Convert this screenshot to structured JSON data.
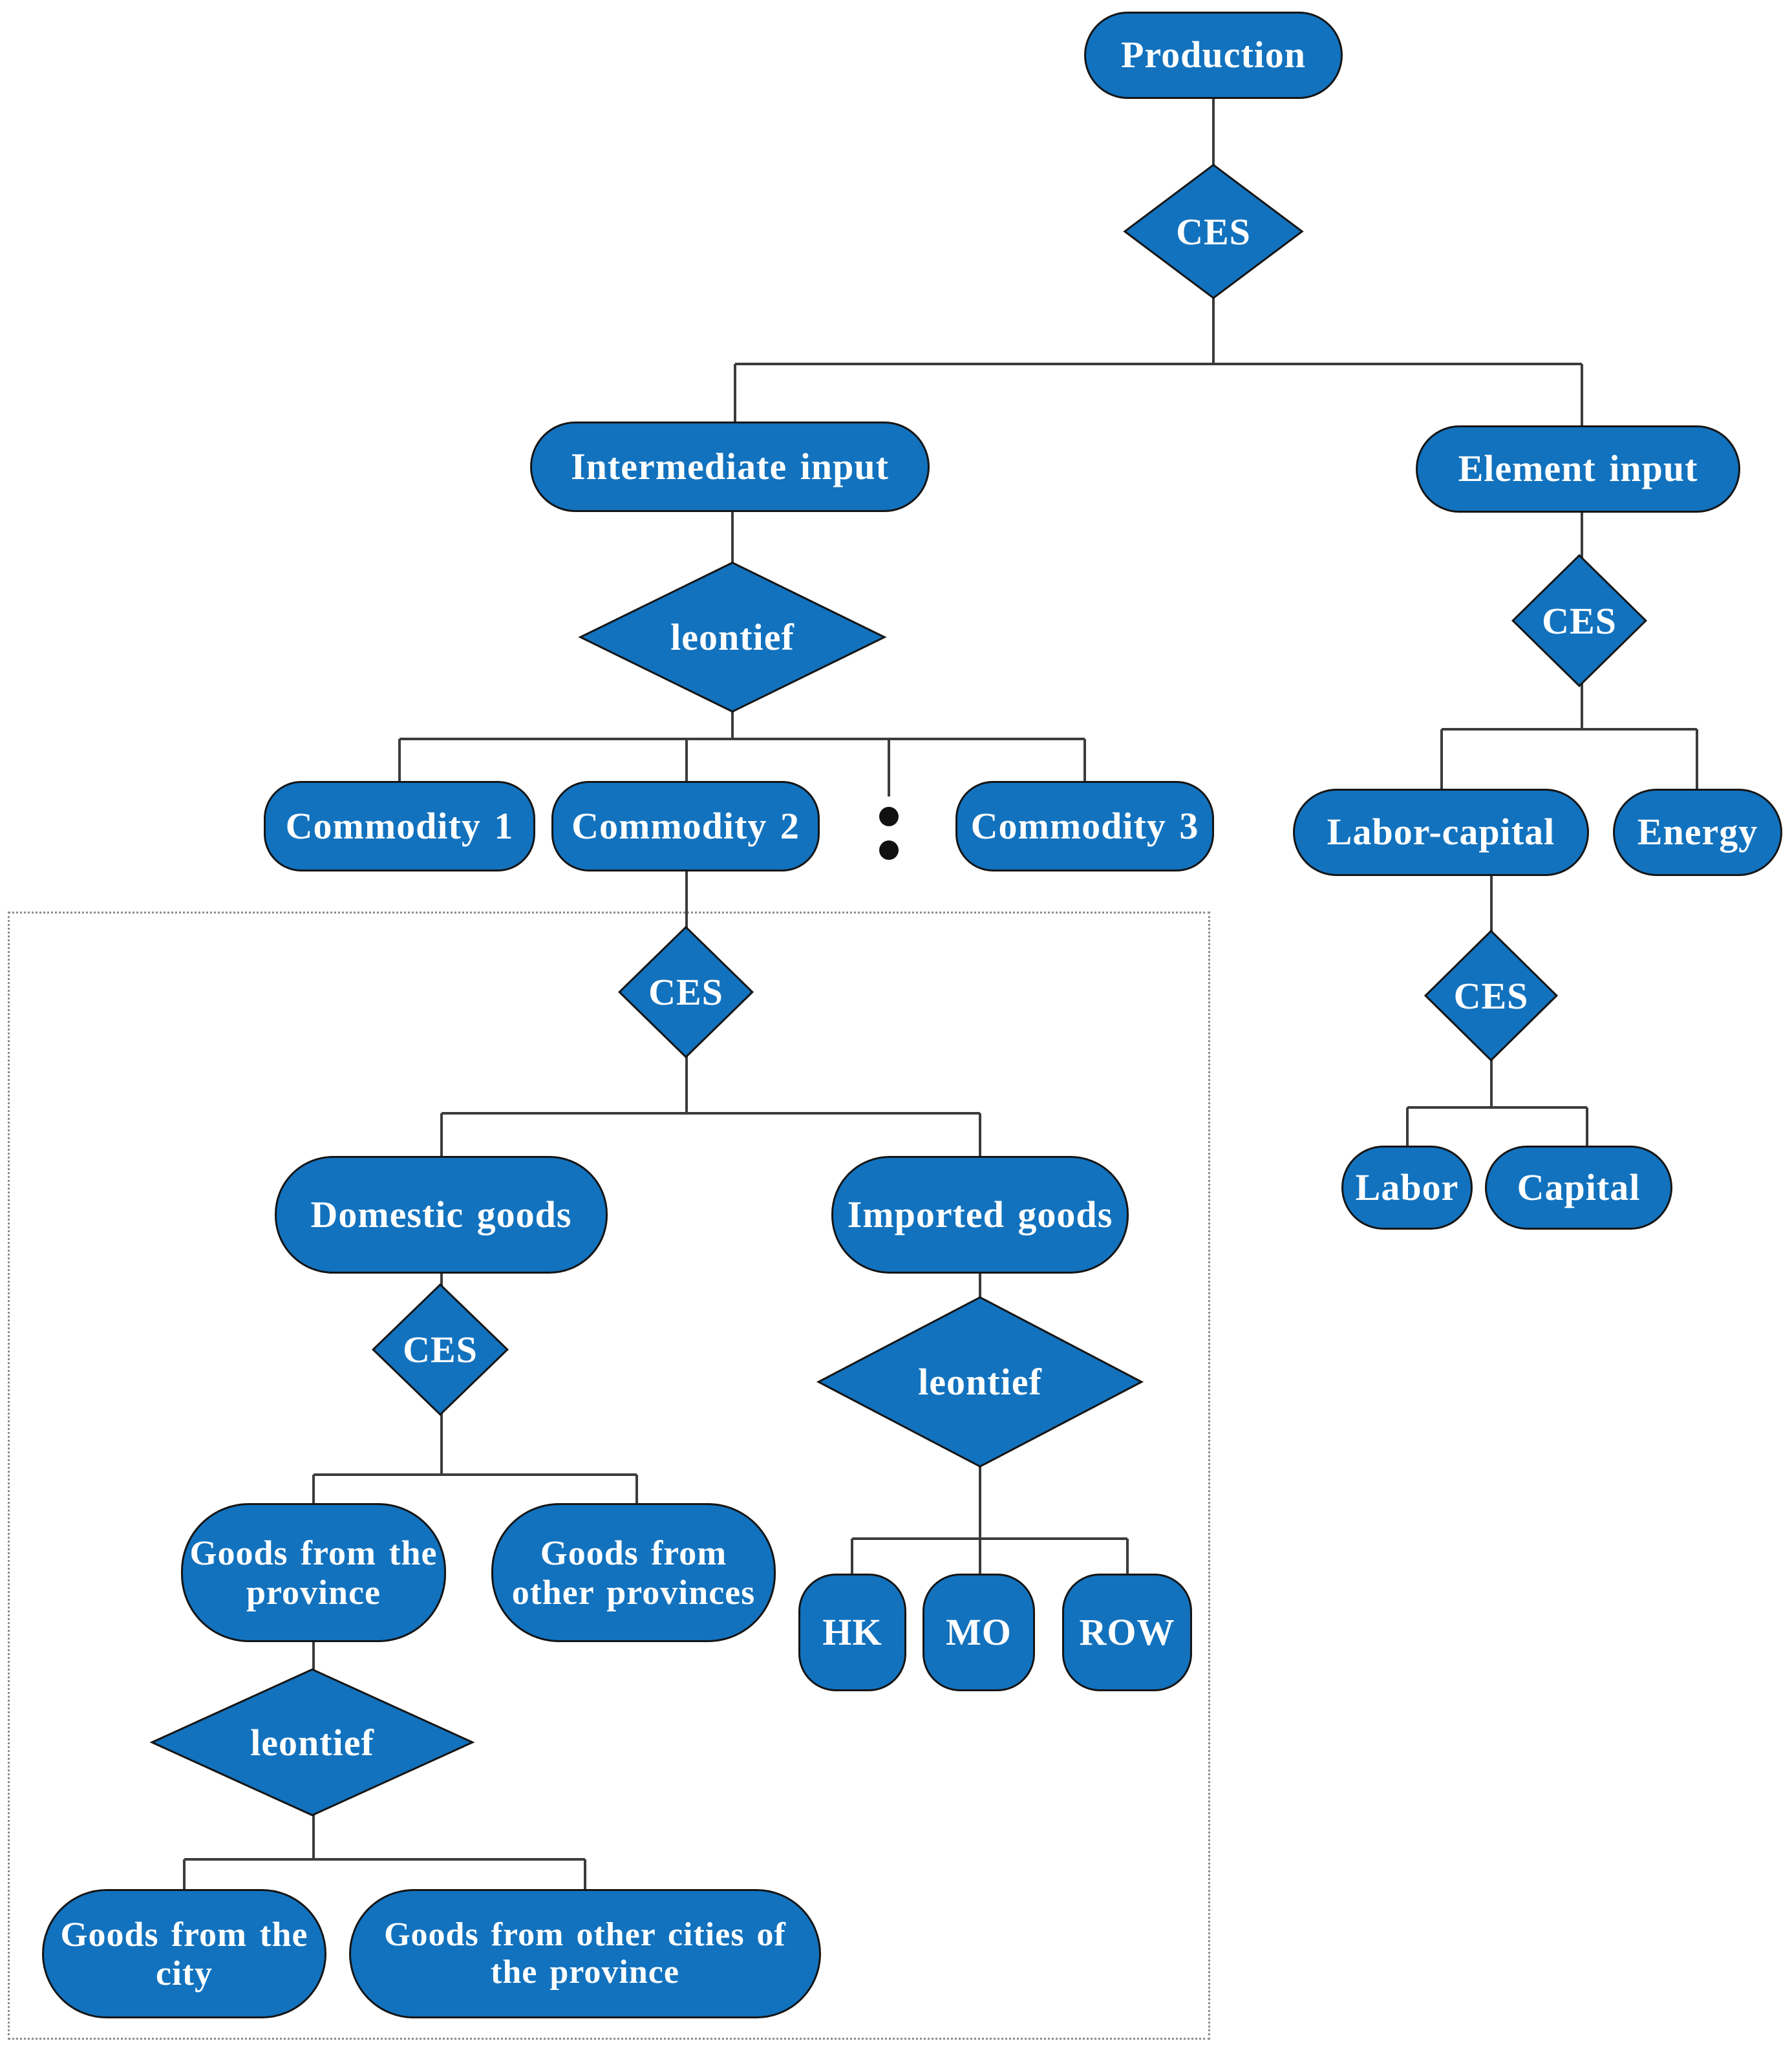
{
  "diagram": {
    "colors": {
      "node_fill": "#1272BE",
      "node_border": "#151515",
      "connector": "#3C3C3C",
      "dashed_box_border": "#8C8C8C",
      "label_text": "#FFFFFF"
    },
    "nodes": {
      "production": {
        "label": "Production"
      },
      "ces_production": {
        "label": "CES"
      },
      "intermediate_input": {
        "label": "Intermediate input"
      },
      "leontief_intermediate": {
        "label": "leontief"
      },
      "commodity_1": {
        "label": "Commodity 1"
      },
      "commodity_2": {
        "label": "Commodity 2"
      },
      "commodity_3": {
        "label": "Commodity 3"
      },
      "element_input": {
        "label": "Element input"
      },
      "ces_element": {
        "label": "CES"
      },
      "labor_capital": {
        "label": "Labor-capital"
      },
      "energy": {
        "label": "Energy"
      },
      "ces_labor_capital": {
        "label": "CES"
      },
      "labor": {
        "label": "Labor"
      },
      "capital": {
        "label": "Capital"
      },
      "ces_commodity2": {
        "label": "CES"
      },
      "domestic_goods": {
        "label": "Domestic goods"
      },
      "imported_goods": {
        "label": "Imported goods"
      },
      "ces_domestic": {
        "label": "CES"
      },
      "leontief_imported": {
        "label": "leontief"
      },
      "goods_from_province": {
        "label": "Goods from the\nprovince"
      },
      "goods_from_other_provinces": {
        "label": "Goods from\nother provinces"
      },
      "leontief_province": {
        "label": "leontief"
      },
      "hk": {
        "label": "HK"
      },
      "mo": {
        "label": "MO"
      },
      "row": {
        "label": "ROW"
      },
      "goods_from_city": {
        "label": "Goods from the\ncity"
      },
      "goods_from_other_cities": {
        "label": "Goods from other cities of\nthe province"
      }
    }
  }
}
